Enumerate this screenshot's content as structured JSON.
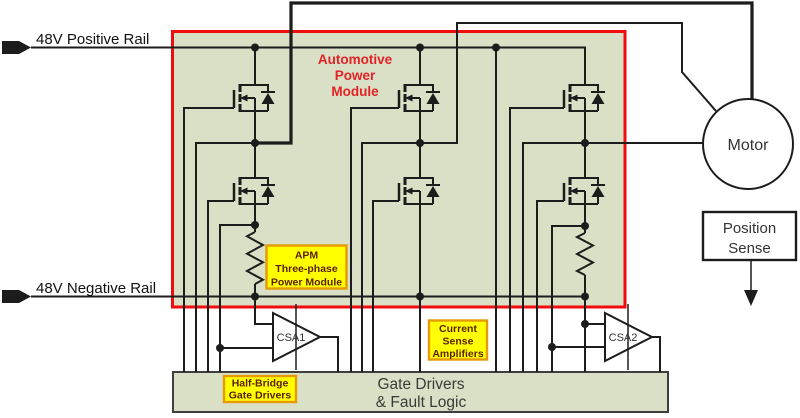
{
  "rails": {
    "positive_label": "48V Positive Rail",
    "negative_label": "48V Negative Rail"
  },
  "module": {
    "title_lines": [
      "Automotive",
      "Power",
      "Module"
    ]
  },
  "callouts": {
    "apm": {
      "lines": [
        "APM",
        "Three-phase",
        "Power Module"
      ]
    },
    "csa": {
      "lines": [
        "Current",
        "Sense",
        "Amplifiers"
      ]
    },
    "half_bridge": {
      "lines": [
        "Half-Bridge",
        "Gate Drivers"
      ]
    }
  },
  "amplifiers": {
    "csa1": "CSA1",
    "csa2": "CSA2"
  },
  "gate_box": {
    "lines": [
      "Gate Drivers",
      "& Fault Logic"
    ]
  },
  "motor_label": "Motor",
  "position_sense": {
    "lines": [
      "Position",
      "Sense"
    ]
  },
  "colors": {
    "module_fill": "#d9e0c6",
    "outline_red": "#f20d0d",
    "title_red": "#e32227",
    "label_yellow": "#ffff00",
    "label_border": "#e59b00",
    "label_text": "#5a1e00",
    "wire": "#1c1c1c"
  }
}
